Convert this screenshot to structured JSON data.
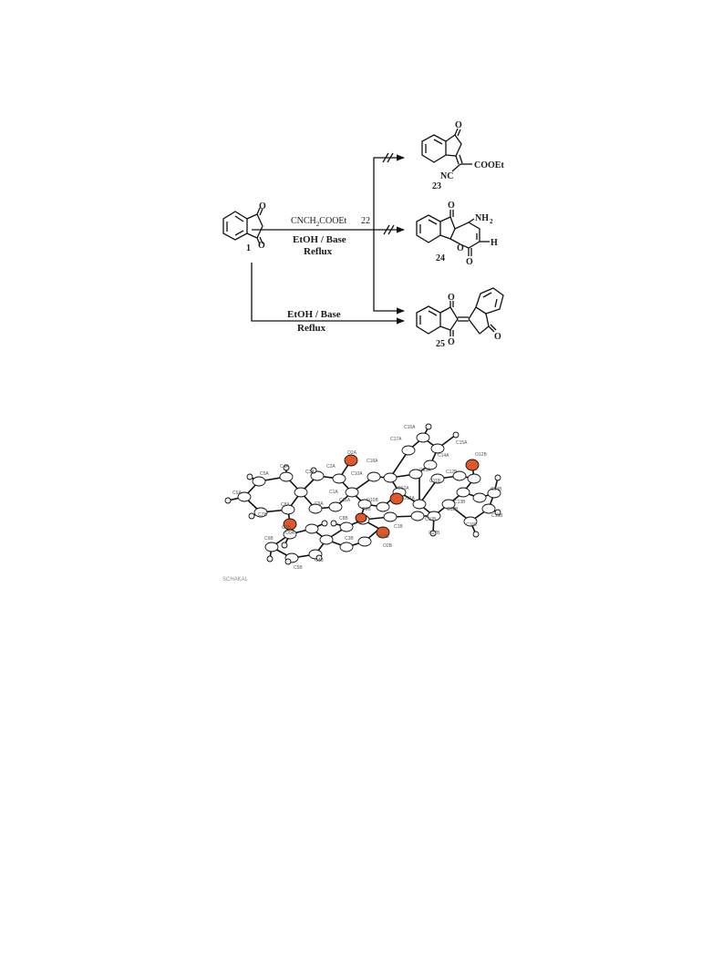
{
  "scheme": {
    "compounds": {
      "c1": {
        "number": "1",
        "atoms": [
          "O",
          "O"
        ]
      },
      "c23": {
        "number": "23",
        "atoms": [
          "O",
          "NC",
          "COOEt"
        ]
      },
      "c24": {
        "number": "24",
        "atoms": [
          "O",
          "NH",
          "2",
          "H",
          "O",
          "O"
        ]
      },
      "c25": {
        "number": "25",
        "atoms": [
          "O",
          "O",
          "O"
        ]
      }
    },
    "reagent": {
      "part1": "CNCH",
      "sub": "2",
      "part2": "COOEt",
      "ref": "22"
    },
    "cond1": {
      "line1": "EtOH / Base",
      "line2": "Reflux"
    },
    "cond2": {
      "line1": "EtOH / Base",
      "line2": "Reflux"
    }
  },
  "ortep": {
    "atom_labels": [
      "C16A",
      "C17A",
      "C15A",
      "C14A",
      "C18A",
      "C13A",
      "C12A",
      "O2A",
      "C4A",
      "C3A",
      "C2A",
      "C10A",
      "C5A",
      "C6A",
      "C7A",
      "C8A",
      "C9A",
      "O9A",
      "C1A",
      "C11A",
      "C11B",
      "C12B",
      "C13B",
      "C14B",
      "C15B",
      "C16B",
      "C10B",
      "C17B",
      "C18B",
      "C1B",
      "O12B",
      "O12A",
      "O10B",
      "C9B",
      "C3B",
      "C4B",
      "C5B",
      "C6B",
      "C7B",
      "C8B",
      "C2B",
      "O2B"
    ],
    "watermark": "SCHAKAL"
  },
  "colors": {
    "oxygen": "#e0572a",
    "bond": "#111111",
    "hydrogen": "#f4f4f4"
  }
}
